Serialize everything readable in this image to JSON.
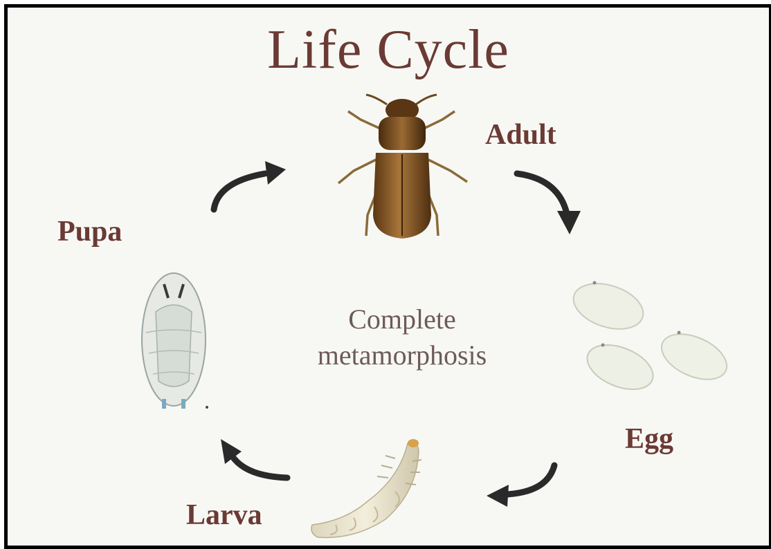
{
  "title": "Life Cycle",
  "stages": {
    "adult": "Adult",
    "egg": "Egg",
    "larva": "Larva",
    "pupa": "Pupa"
  },
  "center": {
    "line1": "Complete",
    "line2": "metamorphosis"
  },
  "colors": {
    "text": "#6b3a34",
    "arrow": "#2a2a2a",
    "beetle": "#8a5a24",
    "border": "#000000"
  },
  "icons": [
    "beetle-adult-illustration",
    "egg-illustration",
    "larva-illustration",
    "pupa-illustration",
    "cycle-arrow-icon"
  ]
}
